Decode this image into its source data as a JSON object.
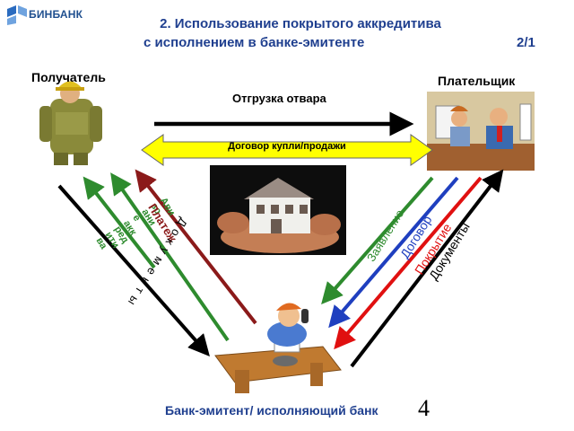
{
  "header": {
    "logo_text": "БИНБАНК",
    "title_line1": "2. Использование покрытого аккредитива",
    "title_line2": "с исполнением в банке-эмитенте",
    "page": "2/1"
  },
  "parties": {
    "recipient": "Получатель",
    "payer": "Плательщик",
    "bank": "Банк-эмитент/ исполняющий банк"
  },
  "flows": {
    "shipment": "Отгрузка отвара",
    "contract": "Договор купли/продажи",
    "left": {
      "advice_lines": [
        "Ави",
        "зо",
        "ани",
        "е",
        "акк",
        "ред",
        "ити",
        "ва"
      ],
      "payment": "Платеж",
      "documents": "Д о к у м е н т ы"
    },
    "right": {
      "application": "Заявление",
      "agreement": "Договор",
      "coverage": "Покрытие",
      "documents": "Документы"
    }
  },
  "slide_number": "4",
  "colors": {
    "title": "#1f3f8f",
    "advice": "#2e8b2e",
    "payment": "#8b1a1a",
    "application": "#2e8b2e",
    "agreement": "#1f3fbf",
    "coverage": "#e01010",
    "documents": "#000000",
    "contract_arrow_fill": "#ffff00"
  }
}
